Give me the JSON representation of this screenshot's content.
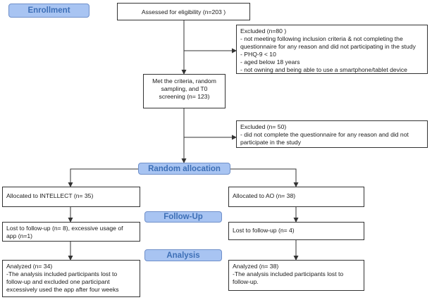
{
  "stages": {
    "enrollment": "Enrollment",
    "random_allocation": "Random allocation",
    "follow_up": "Follow-Up",
    "analysis": "Analysis"
  },
  "boxes": {
    "assessed": [
      "Assessed for eligibility (n=203 )"
    ],
    "excluded_1": [
      "Excluded (n=80 )",
      "- not meeting following inclusion criteria & not completing the",
      "questionnaire for any reason and did not participating in the study",
      "- PHQ-9 < 10",
      "- aged below 18 years",
      "- not owning and being able to use a smartphone/tablet device"
    ],
    "met_criteria": [
      "Met the criteria, random",
      "sampling, and T0",
      "screening (n= 123)"
    ],
    "excluded_2": [
      "Excluded (n= 50)",
      "- did not complete the questionnaire for any reason and did not",
      "participate in the study"
    ],
    "alloc_intellect": [
      "Allocated to INTELLECT (n= 35)"
    ],
    "alloc_ao": [
      "Allocated to AO (n= 38)"
    ],
    "lost_intellect": [
      "Lost to follow-up (n= 8), excessive usage of",
      "app (n=1)"
    ],
    "lost_ao": [
      "Lost to follow-up (n= 4)"
    ],
    "analyzed_intellect": [
      "Analyzed (n= 34)",
      "-The analysis included participants lost to",
      "follow-up and excluded one participant",
      "excessively used the app after four weeks"
    ],
    "analyzed_ao": [
      "Analyzed (n= 38)",
      "-The analysis included participants lost to",
      "follow-up."
    ]
  }
}
